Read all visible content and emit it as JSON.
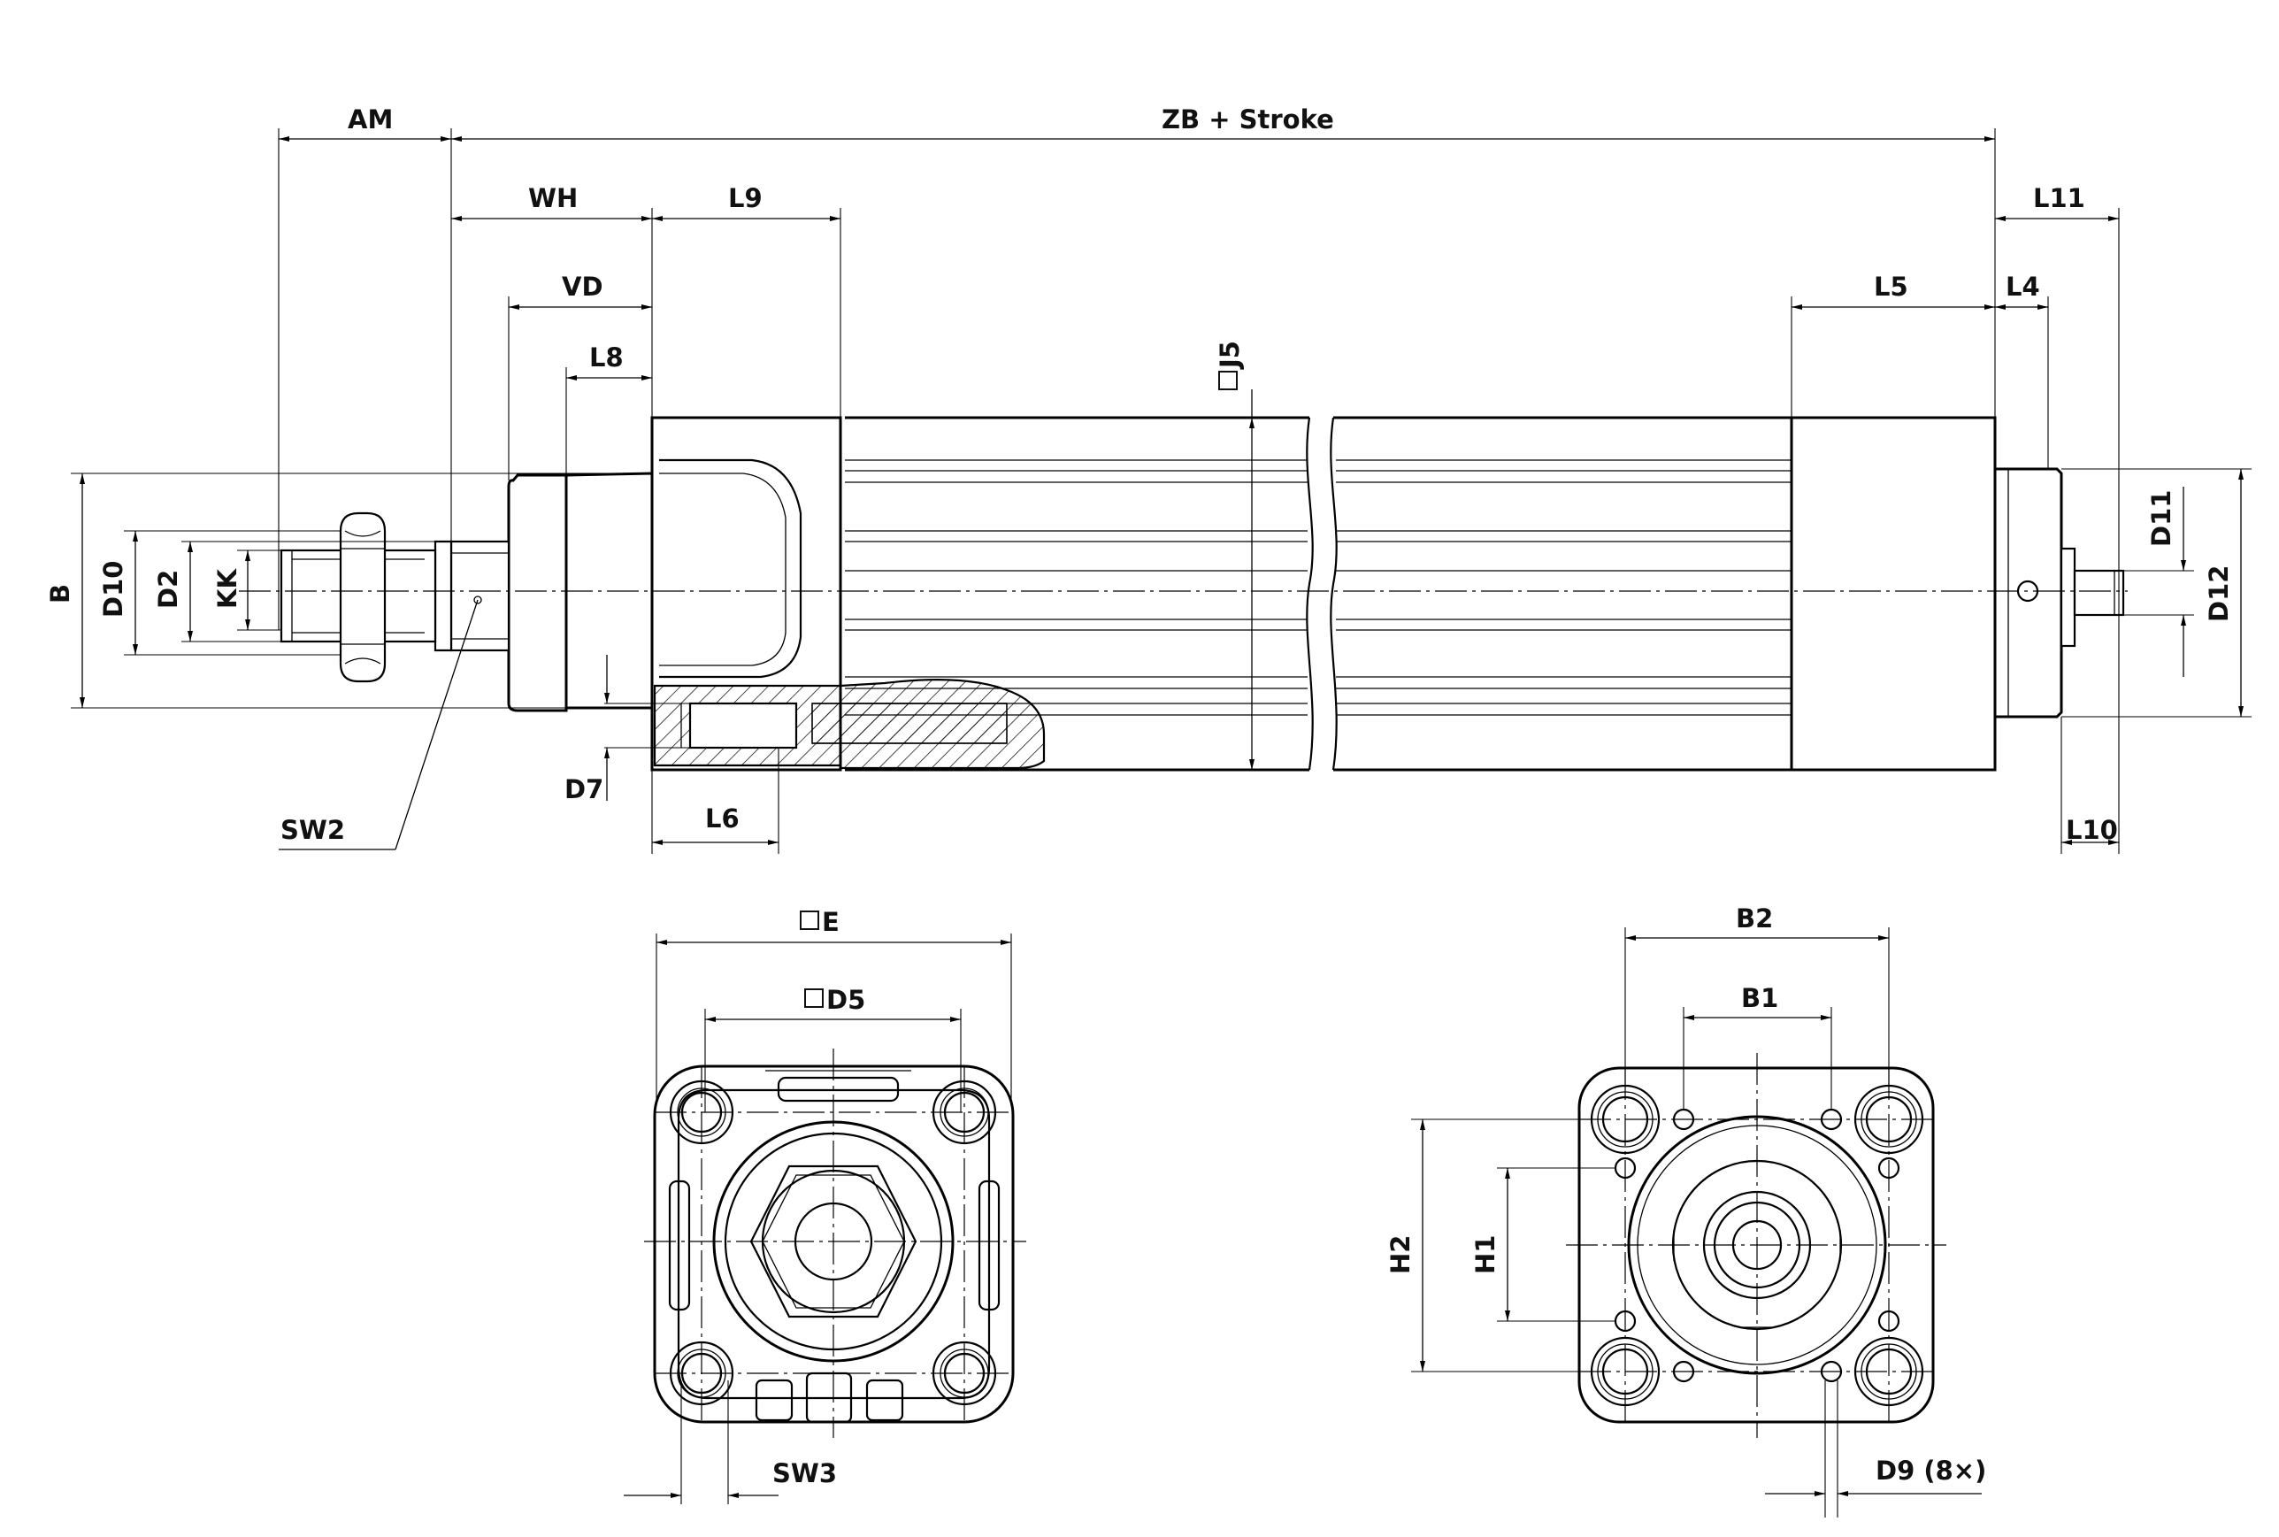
{
  "labels": {
    "am": "AM",
    "zb_stroke": "ZB + Stroke",
    "wh": "WH",
    "l9": "L9",
    "l11": "L11",
    "vd": "VD",
    "l5": "L5",
    "l4": "L4",
    "l8": "L8",
    "j5": "J5",
    "b": "B",
    "d10": "D10",
    "d2": "D2",
    "kk": "KK",
    "d11": "D11",
    "d12": "D12",
    "d7": "D7",
    "l6": "L6",
    "sw2": "SW2",
    "l10": "L10",
    "e": "E",
    "d5": "D5",
    "sw3": "SW3",
    "b2": "B2",
    "b1": "B1",
    "h2": "H2",
    "h1": "H1",
    "d9": "D9 (8×)"
  }
}
